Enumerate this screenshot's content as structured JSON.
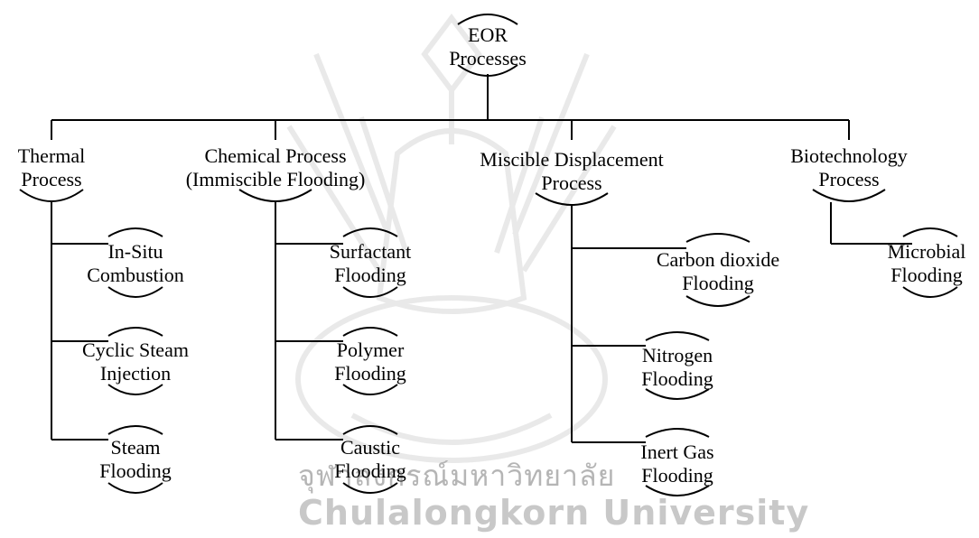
{
  "diagram": {
    "root": {
      "line1": "EOR",
      "line2": "Processes"
    },
    "categories": [
      {
        "line1": "Thermal",
        "line2": "Process"
      },
      {
        "line1": "Chemical Process",
        "line2": "(Immiscible Flooding)"
      },
      {
        "line1": "Miscible Displacement",
        "line2": "Process"
      },
      {
        "line1": "Biotechnology",
        "line2": "Process"
      }
    ],
    "thermal_methods": [
      {
        "line1": "In-Situ",
        "line2": "Combustion"
      },
      {
        "line1": "Cyclic Steam",
        "line2": "Injection"
      },
      {
        "line1": "Steam",
        "line2": "Flooding"
      }
    ],
    "chemical_methods": [
      {
        "line1": "Surfactant",
        "line2": "Flooding"
      },
      {
        "line1": "Polymer",
        "line2": "Flooding"
      },
      {
        "line1": "Caustic",
        "line2": "Flooding"
      }
    ],
    "miscible_methods": [
      {
        "line1": "Carbon dioxide",
        "line2": "Flooding"
      },
      {
        "line1": "Nitrogen",
        "line2": "Flooding"
      },
      {
        "line1": "Inert Gas",
        "line2": "Flooding"
      }
    ],
    "biotech_methods": [
      {
        "line1": "Microbial",
        "line2": "Flooding"
      }
    ]
  },
  "watermark": {
    "thai_text": "จุฬาลงกรณ์มหาวิทยาลัย",
    "english_text": "Chulalongkorn University"
  },
  "colors": {
    "line": "#000000",
    "text": "#000000",
    "watermark": "#bdbdbd"
  }
}
